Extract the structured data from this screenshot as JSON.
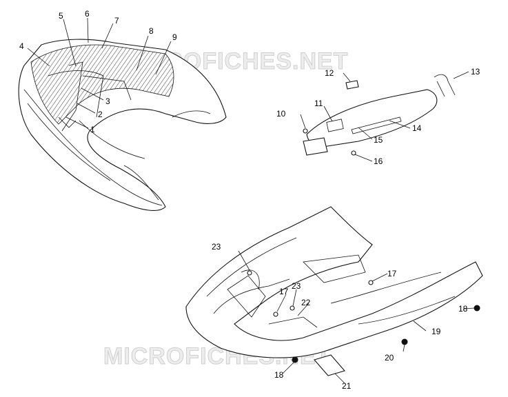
{
  "watermark": "MICROFICHES.NET",
  "callouts": {
    "c1": "1",
    "c2": "2",
    "c3": "3",
    "c4": "4",
    "c5": "5",
    "c6": "6",
    "c7": "7",
    "c8": "8",
    "c9": "9",
    "c10": "10",
    "c11": "11",
    "c12": "12",
    "c13": "13",
    "c14": "14",
    "c15": "15",
    "c16": "16",
    "c17a": "17",
    "c17b": "17",
    "c18a": "18",
    "c18b": "18",
    "c19": "19",
    "c20": "20",
    "c21": "21",
    "c22": "22",
    "c23a": "23",
    "c23b": "23"
  }
}
